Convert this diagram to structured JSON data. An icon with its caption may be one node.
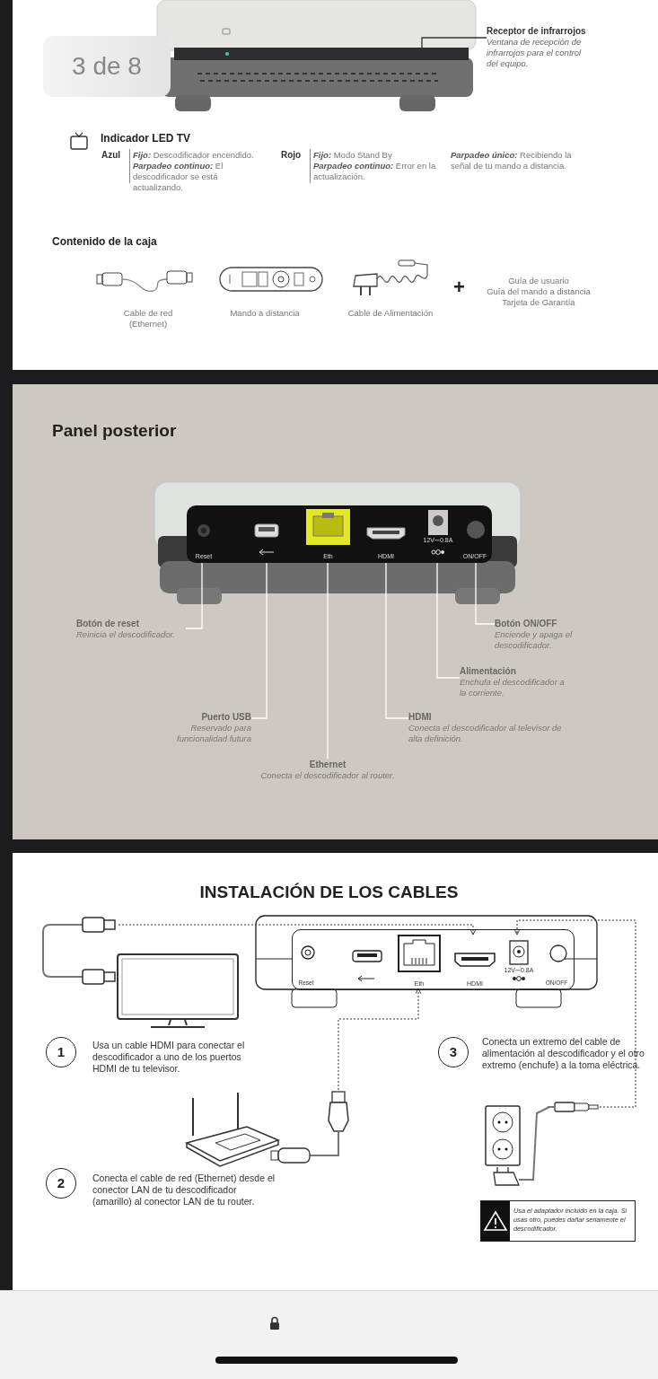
{
  "diagram": {
    "title": "INSTALACIÓN DE LOS CABLES",
    "nodes": [
      {
        "text": [],
        "shape": "bar"
      },
      {
        "text": [
          "Receptor de infrarrojos",
          "Ventana de recepción de infrarrojos para el control del equipo."
        ]
      },
      {
        "text": [],
        "shape": "box"
      },
      {
        "text": [
          "Reset"
        ],
        "in": 2
      },
      {
        "text": [],
        "shape": "picture",
        "in": 2
      },
      {
        "text": [
          "Eth"
        ],
        "in": 2
      },
      {
        "text": [
          "HDMI"
        ],
        "in": 2
      },
      {
        "text": [
          "12V⎓0.8A"
        ],
        "in": 2
      },
      {
        "text": [
          "ON/OFF"
        ],
        "in": 2
      },
      {
        "text": [
          "Botón de reset",
          "Reinicia el descodificador."
        ]
      },
      {
        "text": [
          "Puerto USB",
          "Reservado para funcionalidad futura"
        ]
      },
      {
        "text": [
          "Ethernet",
          "Conecta el descodificador al router."
        ]
      },
      {
        "text": [
          "HDMI",
          "Conecta el descodificador al televisor de alta definición."
        ]
      },
      {
        "text": [
          "Alimentación",
          "Enchufa el descodificador a la corriente."
        ]
      },
      {
        "text": [
          "Botón ON/OFF",
          "Enciende y apaga el descodificador."
        ]
      },
      {
        "text": [],
        "shape": "box"
      },
      {
        "text": [
          "Eth"
        ],
        "in": 15
      },
      {
        "text": [
          "HDMI"
        ],
        "in": 15
      },
      {
        "text": [
          "12V⎓0.8A"
        ],
        "in": 15
      },
      {
        "text": [],
        "shape": "picture"
      },
      {
        "text": [
          "1"
        ],
        "beside": [
          "Usa un cable HDMI para conectar el descodificador a uno de los puertos HDMI de tu televisor."
        ]
      },
      {
        "text": [],
        "shape": "picture"
      },
      {
        "text": [
          "2"
        ],
        "beside": [
          "Conecta el cable de red (Ethernet) desde el conector LAN de tu descodificador (amarillo) al conector LAN de tu router."
        ]
      },
      {
        "text": [
          "3"
        ],
        "beside": [
          "Conecta un extremo del cable de alimentación al descodificador y el otro extremo (enchufe) a la toma eléctrica."
        ]
      },
      {
        "text": [],
        "shape": "picture"
      },
      {
        "text": [
          "Usa el adaptador incluido en la caja. Si usas otro, puedes dañar seriamente el descodificador."
        ]
      }
    ],
    "edges": [
      {
        "from": 1,
        "to": 0,
        "arrow": "none",
        "color": "#333333"
      },
      {
        "from": 9,
        "to": 3,
        "arrow": "none"
      },
      {
        "from": 10,
        "to": 4,
        "arrow": "none"
      },
      {
        "from": 11,
        "to": 5,
        "arrow": "none"
      },
      {
        "from": 12,
        "to": 6,
        "arrow": "none"
      },
      {
        "from": 13,
        "to": 7,
        "arrow": "none"
      },
      {
        "from": 14,
        "to": 8,
        "arrow": "none"
      },
      {
        "from": 19,
        "to": 17,
        "arrow": "to",
        "style": "dashed",
        "color": "#333333"
      },
      {
        "from": 21,
        "to": 16,
        "arrow": "to",
        "style": "dashed",
        "color": "#333333"
      },
      {
        "from": 24,
        "to": 18,
        "arrow": "to",
        "style": "dashed",
        "color": "#333333"
      }
    ],
    "labels": [
      "3 de 8",
      "Indicador LED TV",
      "Azul",
      "*Fijo:* Descodificador encendido.",
      "*Parpadeo continuo:* El descodificador se está actualizando.",
      "Rojo",
      "*Fijo:* Modo Stand By",
      "*Parpadeo continuo:* Error en la actualización.",
      "*Parpadeo único:* Recibiendo la señal de tu mando a distancia.",
      "Contenido de la caja",
      "Cable de red (Ethernet)",
      "Mando a distancia",
      "Cable de Alimentación",
      "+",
      "Guía de usuario",
      "Guía del mando a distancia",
      "Tarjeta de Garantía",
      "Panel posterior",
      "Reset",
      "ON/OFF"
    ]
  }
}
